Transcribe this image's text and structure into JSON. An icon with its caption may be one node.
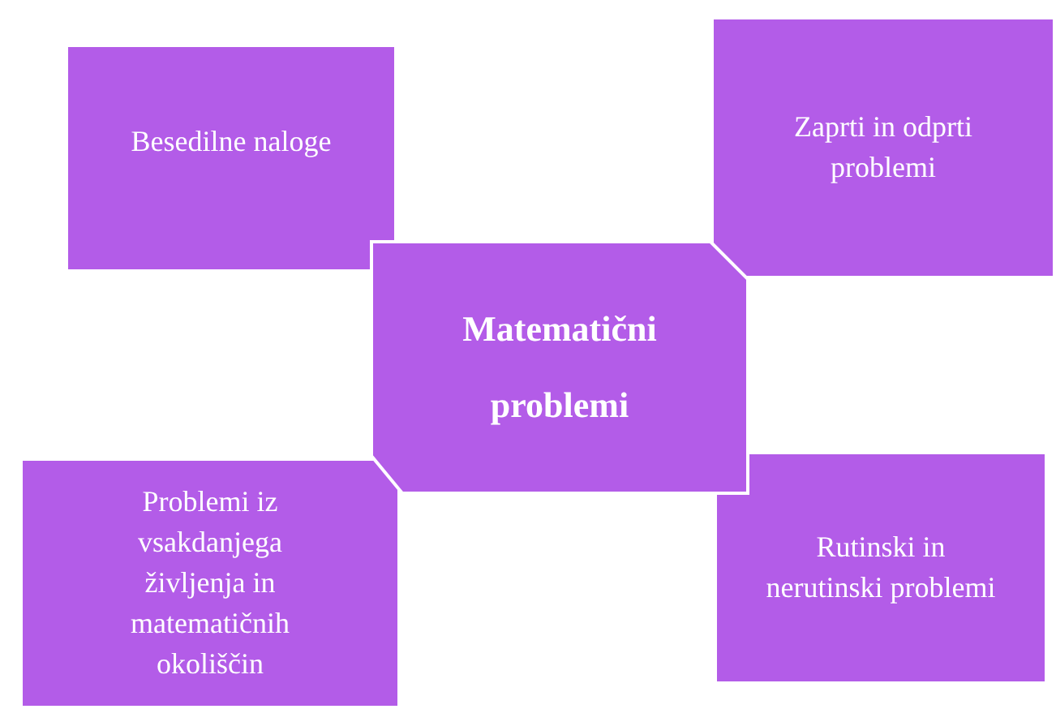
{
  "diagram": {
    "nodes": [
      {
        "text": [
          "Besedilne naloge"
        ]
      },
      {
        "text": [
          "Zaprti in odprti problemi"
        ]
      },
      {
        "text": [
          "Matematični problemi"
        ]
      },
      {
        "text": [
          "Problemi iz vsakdanjega življenja in matematičnih okoliščin"
        ]
      },
      {
        "text": [
          "Rutinski in nerutinski problemi"
        ]
      }
    ]
  }
}
